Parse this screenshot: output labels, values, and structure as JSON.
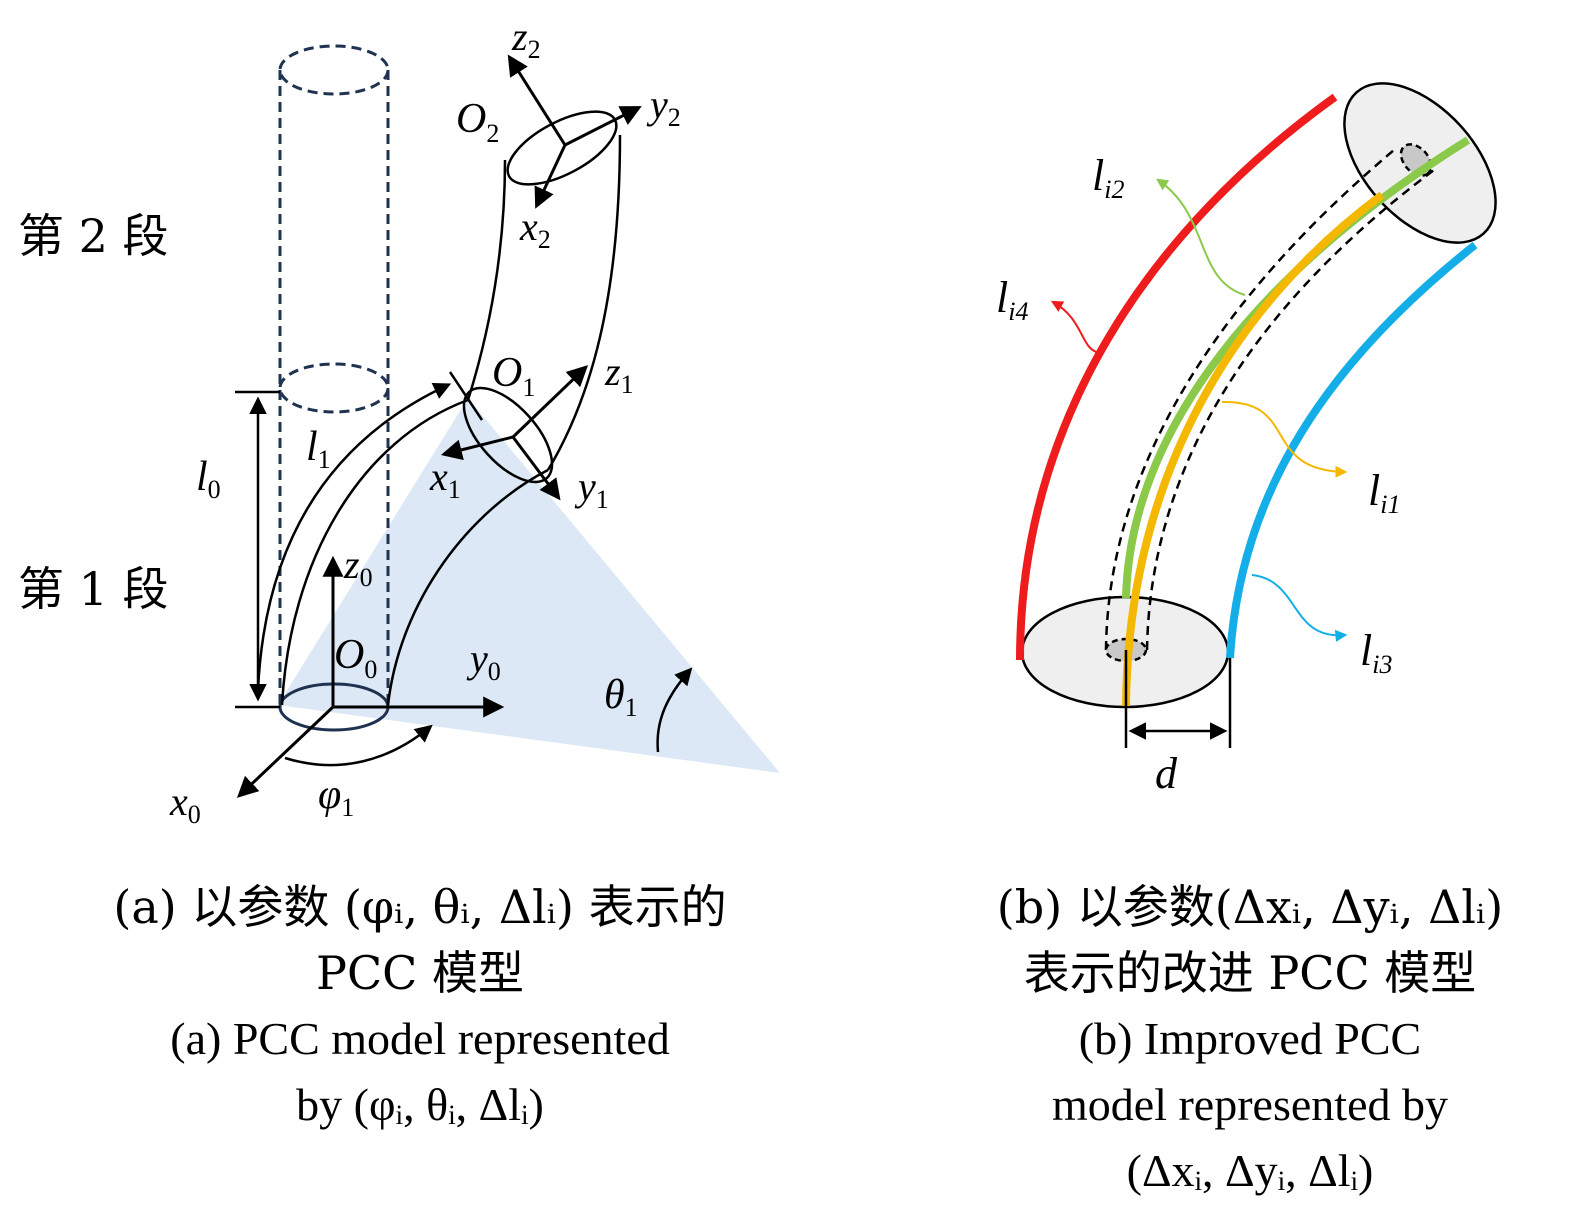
{
  "panel_a": {
    "segment_labels": {
      "segment2": "第 2 段",
      "segment1": "第 1 段"
    },
    "frames": {
      "o0": "O",
      "o0_sub": "0",
      "x0": "x",
      "x0_sub": "0",
      "y0": "y",
      "y0_sub": "0",
      "z0": "z",
      "z0_sub": "0",
      "o1": "O",
      "o1_sub": "1",
      "x1": "x",
      "x1_sub": "1",
      "y1": "y",
      "y1_sub": "1",
      "z1": "z",
      "z1_sub": "1",
      "o2": "O",
      "o2_sub": "2",
      "x2": "x",
      "x2_sub": "2",
      "y2": "y",
      "y2_sub": "2",
      "z2": "z",
      "z2_sub": "2"
    },
    "params": {
      "l0": "l",
      "l0_sub": "0",
      "l1": "l",
      "l1_sub": "1",
      "phi1": "φ",
      "phi1_sub": "1",
      "theta1": "θ",
      "theta1_sub": "1"
    },
    "colors": {
      "bending_plane": "#dce8f5",
      "ghost_cylinder": "#1f3350"
    },
    "caption_cn_line1": "(a) 以参数 (φᵢ, θᵢ, Δlᵢ) 表示的",
    "caption_cn_line2": "PCC 模型",
    "caption_en_line1": "(a) PCC model represented",
    "caption_en_line2": "by (φᵢ, θᵢ, Δlᵢ)"
  },
  "panel_b": {
    "cables": [
      {
        "id": "li1",
        "label": "l",
        "sub": "i1",
        "color": "#f5b800"
      },
      {
        "id": "li2",
        "label": "l",
        "sub": "i2",
        "color": "#8bc94a"
      },
      {
        "id": "li3",
        "label": "l",
        "sub": "i3",
        "color": "#13aee8"
      },
      {
        "id": "li4",
        "label": "l",
        "sub": "i4",
        "color": "#ee1c1c"
      }
    ],
    "distance_label": "d",
    "colors": {
      "disc_fill": "#efefef",
      "center_fill": "#c8c8c8"
    },
    "caption_cn_line1": "(b) 以参数(Δxᵢ, Δyᵢ, Δlᵢ)",
    "caption_cn_line2": "表示的改进 PCC 模型",
    "caption_en_line1": "(b) Improved PCC",
    "caption_en_line2": "model represented by",
    "caption_en_line3": "(Δxᵢ, Δyᵢ, Δlᵢ)"
  }
}
